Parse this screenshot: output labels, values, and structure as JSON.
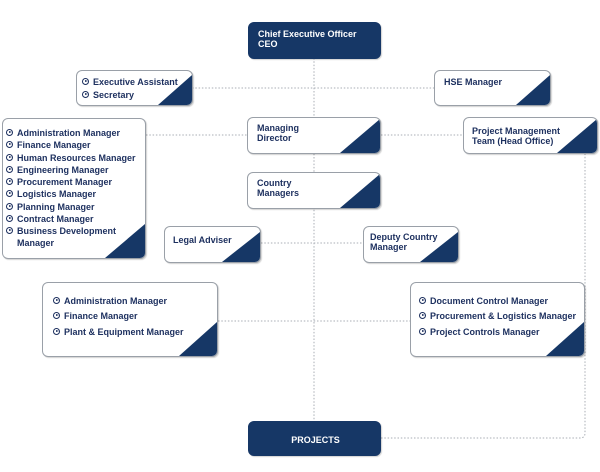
{
  "ceo": {
    "line1": "Chief Executive Officer",
    "line2": "CEO"
  },
  "executive_box": {
    "items": [
      "Executive Assistant",
      "Secretary"
    ]
  },
  "hse": "HSE Manager",
  "managing_director": {
    "line1": "Managing",
    "line2": "Director"
  },
  "managers_list": {
    "items": [
      "Administration Manager",
      "Finance Manager",
      "Human Resources  Manager",
      "Engineering  Manager",
      "Procurement  Manager",
      "Logistics  Manager",
      "Planning  Manager",
      "Contract Manager",
      "Business Development Manager"
    ]
  },
  "pm_team": {
    "line1": "Project Management",
    "line2": "Team (Head Office)"
  },
  "country_managers": {
    "line1": "Country",
    "line2": "Managers"
  },
  "legal_adviser": "Legal Adviser",
  "deputy_country_manager": {
    "line1": "Deputy Country",
    "line2": "Manager"
  },
  "left_lower_box": {
    "items": [
      "Administration Manager",
      "Finance Manager",
      "Plant & Equipment  Manager"
    ]
  },
  "right_lower_box": {
    "items": [
      "Document Control Manager",
      "Procurement & Logistics  Manager",
      "Project Controls  Manager"
    ]
  },
  "projects": "PROJECTS",
  "colors": {
    "navy": "#163766",
    "text": "#1c2f5e",
    "connector": "#9aa0a8"
  }
}
